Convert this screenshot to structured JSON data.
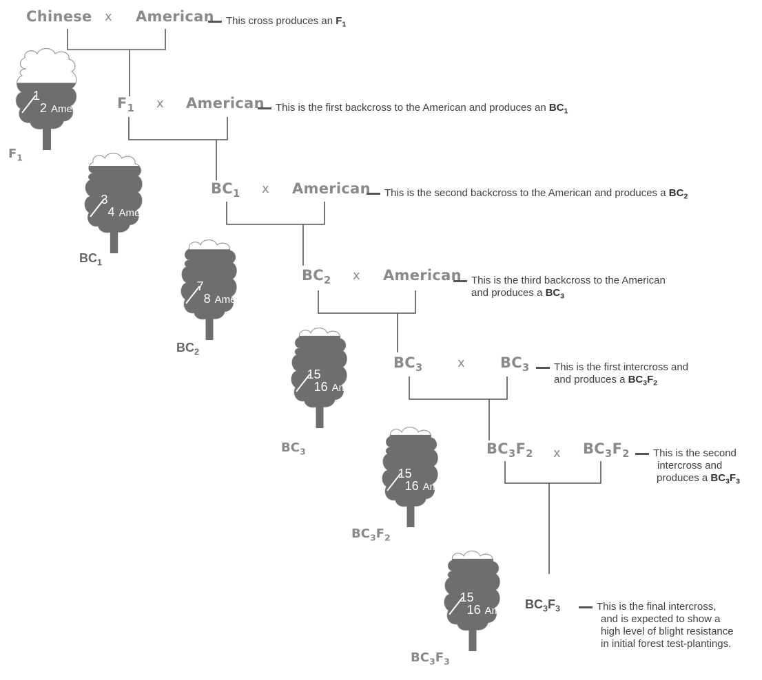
{
  "rows": [
    {
      "left": "Chinese",
      "right": "American",
      "note": "This cross produces an ",
      "note_bold": "F",
      "note_sub": "1"
    },
    {
      "left": "F",
      "left_sub": "1",
      "right": "American",
      "note": "This is the first backcross to the American and produces an ",
      "note_bold": "BC",
      "note_sub": "1"
    },
    {
      "left": "BC",
      "left_sub": "1",
      "right": "American",
      "note": "This is the second backcross to the American and produces a ",
      "note_bold": "BC",
      "note_sub": "2"
    },
    {
      "left": "BC",
      "left_sub": "2",
      "right": "American",
      "note_line1": "This is the third backcross to the American",
      "note_line2": "and produces a ",
      "note_bold": "BC",
      "note_sub": "3"
    },
    {
      "left": "BC",
      "left_sub": "3",
      "right": "BC",
      "right_sub": "3",
      "note_line1": "This is the first intercross and",
      "note_line2": "and produces a ",
      "note_bold": "BC",
      "note_sub": "3",
      "note_bold2": "F",
      "note_sub2": "2"
    },
    {
      "left": "BC",
      "left_sub": "3",
      "left2": "F",
      "left_sub2": "2",
      "right": "BC",
      "right_sub": "3",
      "right2": "F",
      "right_sub2": "2",
      "note_line1": "This is the second",
      "note_line2": "intercross and",
      "note_line3": "produces a ",
      "note_bold": "BC",
      "note_sub": "3",
      "note_bold2": "F",
      "note_sub2": "3"
    }
  ],
  "cross_symbol": "x",
  "final": {
    "label": "BC",
    "sub1": "3",
    "label2": "F",
    "sub2": "3",
    "note_lines": [
      "This is the final intercross,",
      "and is expected to show a",
      "high level of blight resistance",
      "in initial forest test-plantings."
    ]
  },
  "trees": [
    {
      "num": "1",
      "den": "2",
      "word": "American",
      "caption": "F",
      "caption_sub": "1"
    },
    {
      "num": "3",
      "den": "4",
      "word": "American",
      "caption": "BC",
      "caption_sub": "1"
    },
    {
      "num": "7",
      "den": "8",
      "word": "American",
      "caption": "BC",
      "caption_sub": "2"
    },
    {
      "num": "15",
      "den": "16",
      "word": "American",
      "caption": "BC",
      "caption_sub": "3"
    },
    {
      "num": "15",
      "den": "16",
      "word": "American",
      "caption": "BC",
      "caption_sub": "3",
      "caption2": "F",
      "caption_sub2": "2"
    },
    {
      "num": "15",
      "den": "16",
      "word": "American",
      "caption": "BC",
      "caption_sub": "3",
      "caption2": "F",
      "caption_sub2": "3"
    }
  ],
  "colors": {
    "tree_fill": "#6e6e6e",
    "crown_outline": "#999999",
    "text_gray": "#8a8a8a",
    "line": "#555555"
  }
}
